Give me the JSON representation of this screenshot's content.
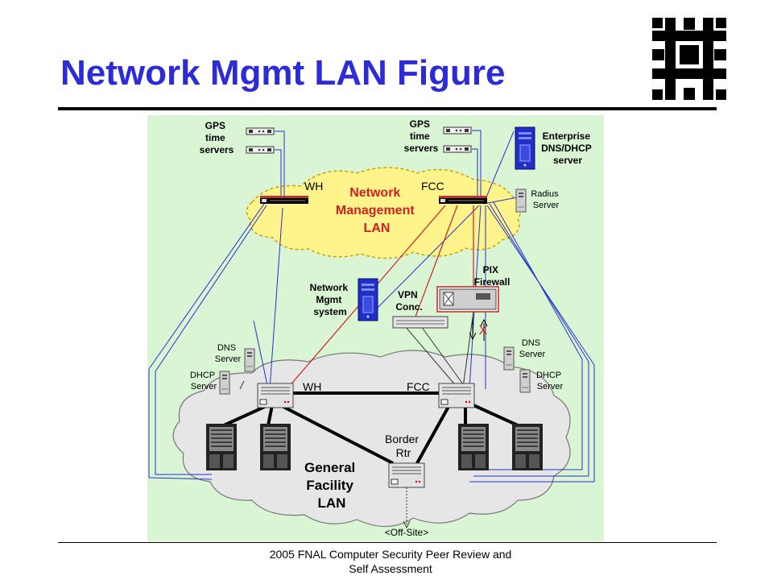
{
  "slide": {
    "title": "Network Mgmt LAN Figure",
    "footer_line1": "2005 FNAL Computer Security Peer Review and",
    "footer_line2": "Self Assessment",
    "title_color": "#2b2bd8"
  },
  "logo": {
    "icon": "fermilab-logo-icon"
  },
  "diagram": {
    "background_color": "#d9f5d4",
    "mgmt_cloud_color": "#fff38c",
    "facility_cloud_color": "#e6e6e6",
    "gps_left": [
      "GPS",
      "time",
      "servers"
    ],
    "gps_right": [
      "GPS",
      "time",
      "servers"
    ],
    "enterprise_server": [
      "Enterprise",
      "DNS/DHCP",
      "server"
    ],
    "radius_server": [
      "Radius",
      "Server"
    ],
    "mgmt_lan": {
      "wh": "WH",
      "fcc": "FCC",
      "label": [
        "Network",
        "Management",
        "LAN"
      ]
    },
    "network_mgmt_system": [
      "Network",
      "Mgmt",
      "system"
    ],
    "vpn": [
      "VPN",
      "Conc."
    ],
    "pix": [
      "PIX",
      "Firewall"
    ],
    "blocked_mark": "X",
    "dns_left": [
      "DNS",
      "Server"
    ],
    "dhcp_left": [
      "DHCP",
      "Server"
    ],
    "dns_right": [
      "DNS",
      "Server"
    ],
    "dhcp_right": [
      "DHCP",
      "Server"
    ],
    "facility_lan": {
      "wh": "WH",
      "fcc": "FCC",
      "label": [
        "General",
        "Facility",
        "LAN"
      ]
    },
    "border_router": [
      "Border",
      "Rtr"
    ],
    "offsite": "<Off-Site>"
  }
}
